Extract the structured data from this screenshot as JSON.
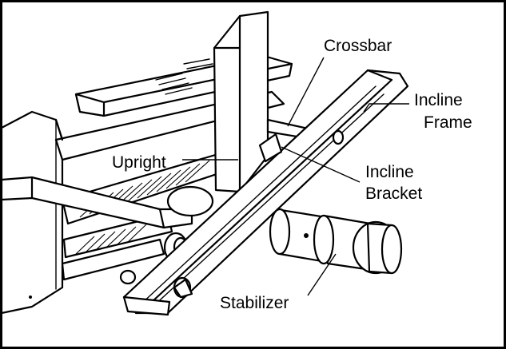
{
  "labels": {
    "crossbar": "Crossbar",
    "incline_frame_line1": "Incline",
    "incline_frame_line2": "Frame",
    "upright": "Upright",
    "incline_bracket_line1": "Incline",
    "incline_bracket_line2": "Bracket",
    "stabilizer": "Stabilizer"
  }
}
